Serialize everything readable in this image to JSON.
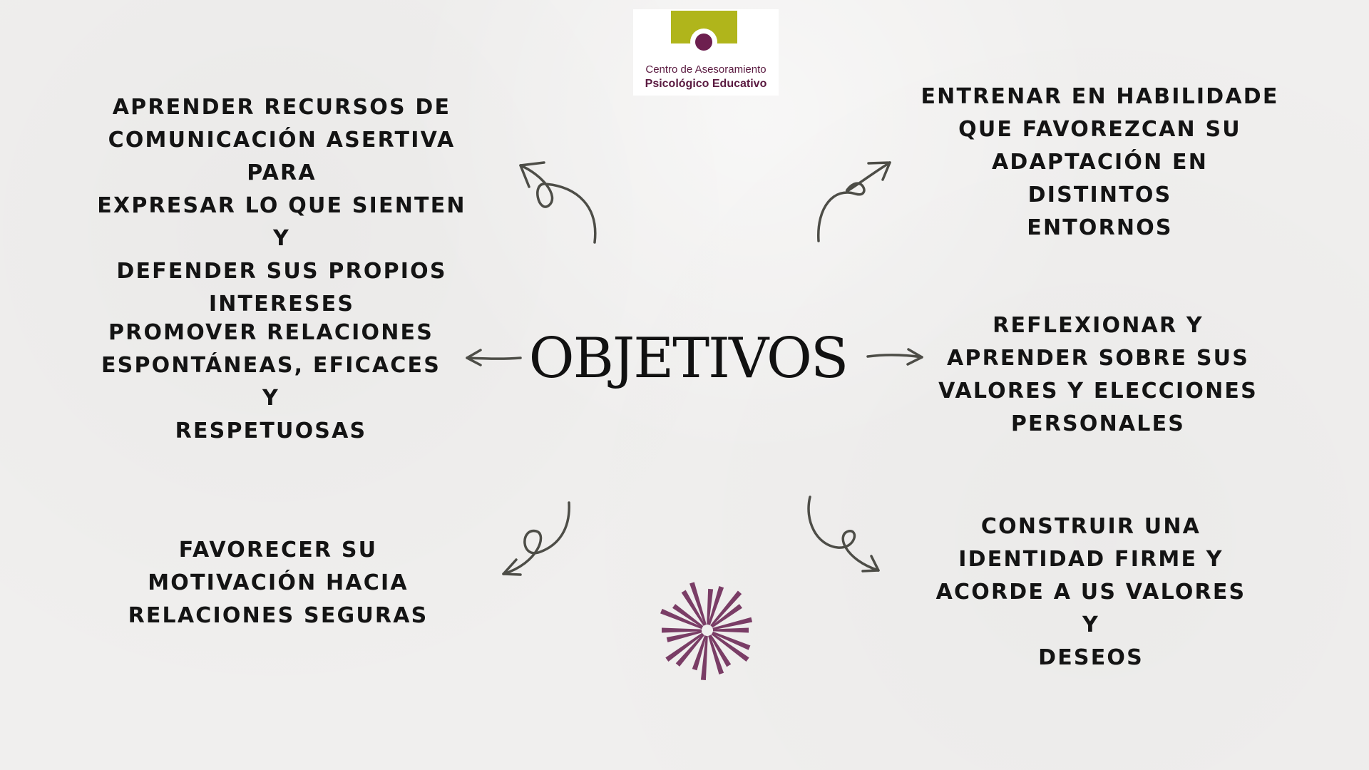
{
  "title": "OBJETIVOS",
  "logo": {
    "line1": "Centro de Asesoramiento",
    "line2": "Psicológico Educativo",
    "colors": {
      "block": "#b0b51b",
      "dot": "#6d1f4f",
      "text": "#5a1a40"
    }
  },
  "objectives": [
    "APRENDER RECURSOS DE\nCOMUNICACIÓN ASERTIVA PARA\nEXPRESAR LO QUE SIENTEN Y\nDEFENDER SUS PROPIOS\nINTERESES",
    "ENTRENAR EN HABILIDADE\nQUE FAVOREZCAN SU\nADAPTACIÓN EN DISTINTOS\nENTORNOS",
    "PROMOVER RELACIONES\nESPONTÁNEAS, EFICACES Y\nRESPETUOSAS",
    "REFLEXIONAR Y\nAPRENDER SOBRE SUS\nVALORES Y ELECCIONES\nPERSONALES",
    "FAVORECER SU\nMOTIVACIÓN HACIA\nRELACIONES SEGURAS",
    "CONSTRUIR UNA\nIDENTIDAD FIRME Y\nACORDE A US VALORES Y\nDESEOS"
  ],
  "colors": {
    "background": "#f0efee",
    "text": "#141414",
    "arrow": "#4d4d47",
    "starburst": "#7a3d66"
  },
  "icons": [
    "curly-arrow-icon",
    "straight-arrow-icon",
    "starburst-icon"
  ]
}
